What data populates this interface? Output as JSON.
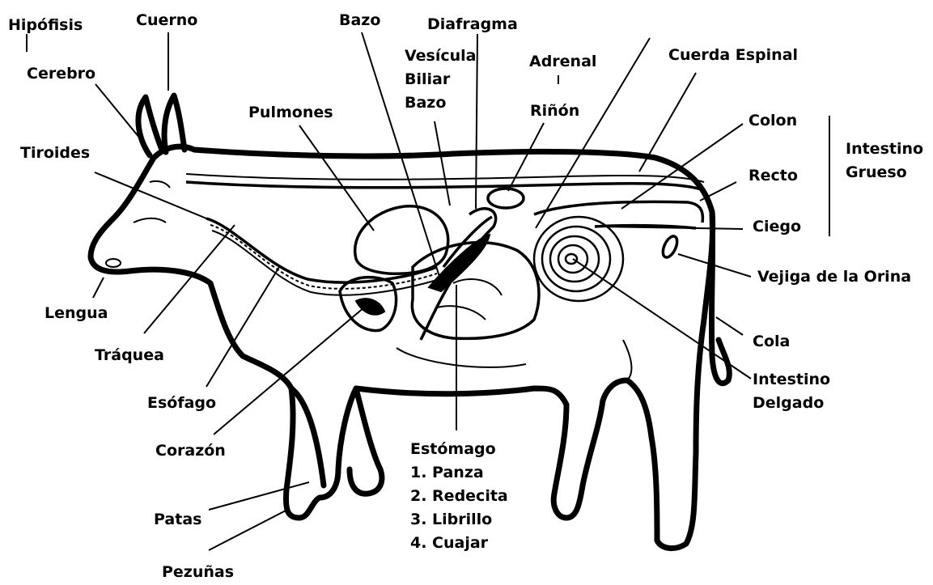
{
  "labels": {
    "hipofisis": "Hipófisis",
    "cuerno": "Cuerno",
    "cerebro": "Cerebro",
    "bazo_top": "Bazo",
    "diafragma": "Diafragma",
    "vesicula": [
      "Vesícula",
      "Biliar",
      "Bazo"
    ],
    "adrenal": "Adrenal",
    "rinon": "Riñón",
    "pulmones": "Pulmones",
    "cuerda_espinal": "Cuerda Espinal",
    "colon": "Colon",
    "intestino_grueso": [
      "Intestino",
      "Grueso"
    ],
    "tiroides": "Tiroides",
    "recto": "Recto",
    "ciego": "Ciego",
    "vejiga": "Vejiga de la Orina",
    "lengua": "Lengua",
    "traquea": "Tráquea",
    "cola": "Cola",
    "intestino_delgado": [
      "Intestino",
      "Delgado"
    ],
    "esofago": "Esófago",
    "corazon": "Corazón",
    "estomago": [
      "Estómago",
      "1. Panza",
      "2. Redecita",
      "3. Librillo",
      "4. Cuajar"
    ],
    "patas": "Patas",
    "pezunas": "Pezuñas"
  }
}
